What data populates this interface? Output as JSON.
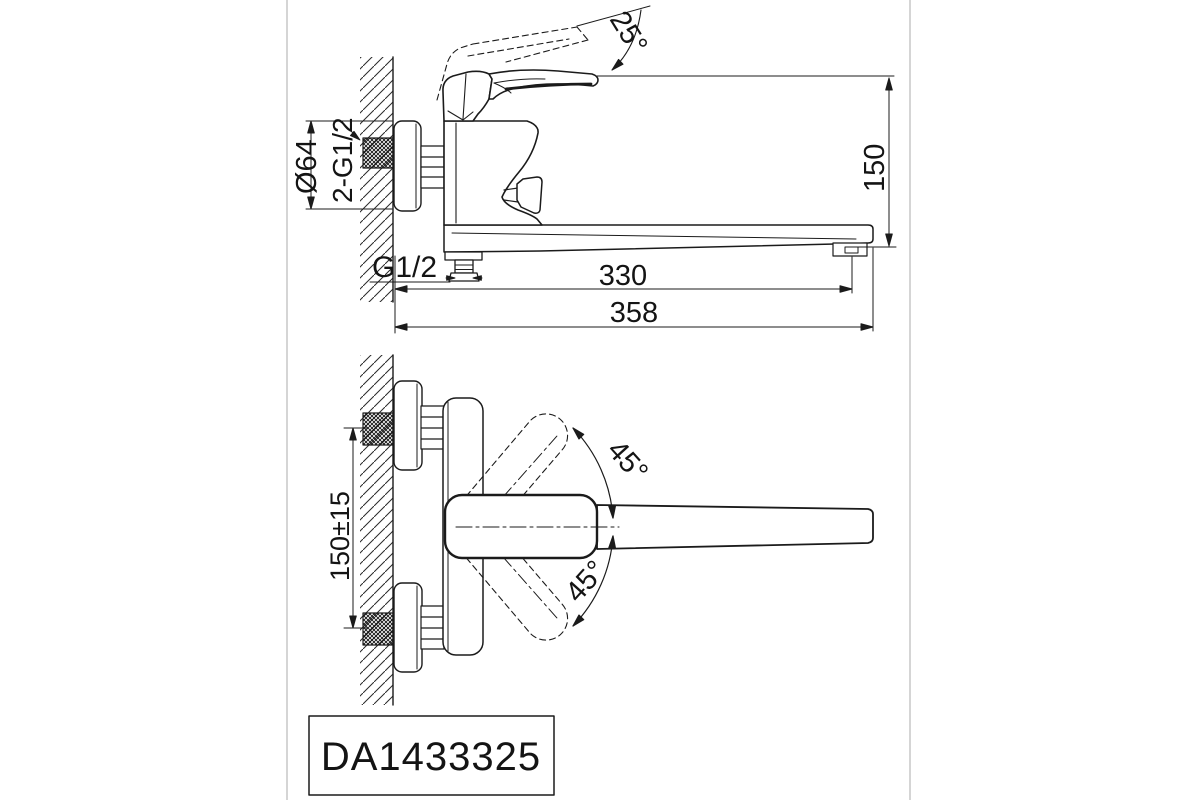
{
  "sheet": {
    "background": "#ffffff",
    "edge_color": "#b9b9b9",
    "line_color": "#1b1b1b"
  },
  "title_block": {
    "product_code": "DA1433325"
  },
  "side_view": {
    "labels": {
      "handle_open_angle": "25°",
      "wall_to_spout_height": "150",
      "escutcheon_diameter": "Ø64",
      "wall_connections_thread": "2-G1/2",
      "shower_outlet_thread": "G1/2",
      "spout_reach": "330",
      "overall_depth": "358"
    }
  },
  "plan_view": {
    "labels": {
      "connection_spacing": "150±15",
      "spout_swivel_up": "45°",
      "spout_swivel_down": "45°"
    }
  }
}
